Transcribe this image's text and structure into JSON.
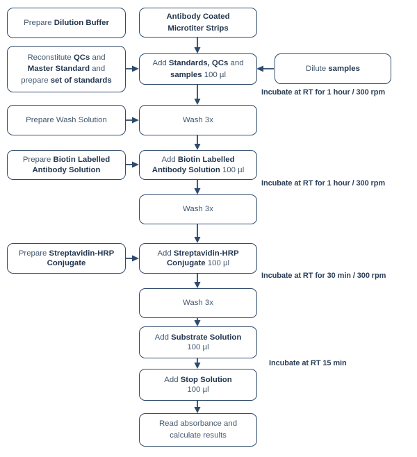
{
  "diagram": {
    "title": "ELISA assay workflow flowchart",
    "accent_color": "#2e4a6b",
    "text_color": "#42576e",
    "background": "#ffffff"
  },
  "nodes": {
    "prepare_dilution_buffer": {
      "plain1": "Prepare ",
      "bold1": "Dilution Buffer"
    },
    "antibody_coated_strips": {
      "line1": "Antibody Coated",
      "line2": "Microtiter Strips"
    },
    "reconstitute_qcs": {
      "l1_plain": "Reconstitute ",
      "l1_bold": "QCs",
      "l1_tail": " and",
      "l2_bold": "Master Standard",
      "l2_tail": " and",
      "l3_plain": "prepare ",
      "l3_bold": "set of standards"
    },
    "add_standards": {
      "l1_plain": "Add ",
      "l1_bold": "Standards, QCs",
      "l1_tail": " and",
      "l2_bold": "samples",
      "l2_tail": " 100 µl"
    },
    "dilute_samples": {
      "plain1": "Dilute ",
      "bold1": "samples"
    },
    "prepare_wash_solution": {
      "text": "Prepare Wash Solution"
    },
    "wash_1": {
      "text": "Wash 3x"
    },
    "prepare_biotin_antibody": {
      "l1_plain": "Prepare ",
      "l1_bold": "Biotin Labelled",
      "l2_bold": "Antibody Solution"
    },
    "add_biotin_antibody": {
      "l1_plain": "Add ",
      "l1_bold": "Biotin Labelled",
      "l2_bold": "Antibody Solution",
      "l2_tail": " 100 µl"
    },
    "wash_2": {
      "text": "Wash 3x"
    },
    "prepare_streptavidin": {
      "l1_plain": "Prepare ",
      "l1_bold": "Streptavidin-HRP",
      "l2_bold": "Conjugate"
    },
    "add_streptavidin": {
      "l1_plain": "Add ",
      "l1_bold": "Streptavidin-HRP",
      "l2_bold": "Conjugate",
      "l2_tail": " 100 µl"
    },
    "wash_3": {
      "text": "Wash 3x"
    },
    "add_substrate": {
      "l1_plain": "Add ",
      "l1_bold": "Substrate Solution",
      "l2": "100 µl"
    },
    "add_stop": {
      "l1_plain": "Add ",
      "l1_bold": "Stop Solution",
      "l2": "100 µl"
    },
    "read_absorbance": {
      "line1": "Read absorbance and",
      "line2": "calculate results"
    }
  },
  "annotations": {
    "incubate_1": "Incubate at RT for 1 hour / 300 rpm",
    "incubate_2": "Incubate at RT for 1 hour / 300 rpm",
    "incubate_3": "Incubate at RT for 30 min / 300 rpm",
    "incubate_4": "Incubate at RT 15 min"
  }
}
